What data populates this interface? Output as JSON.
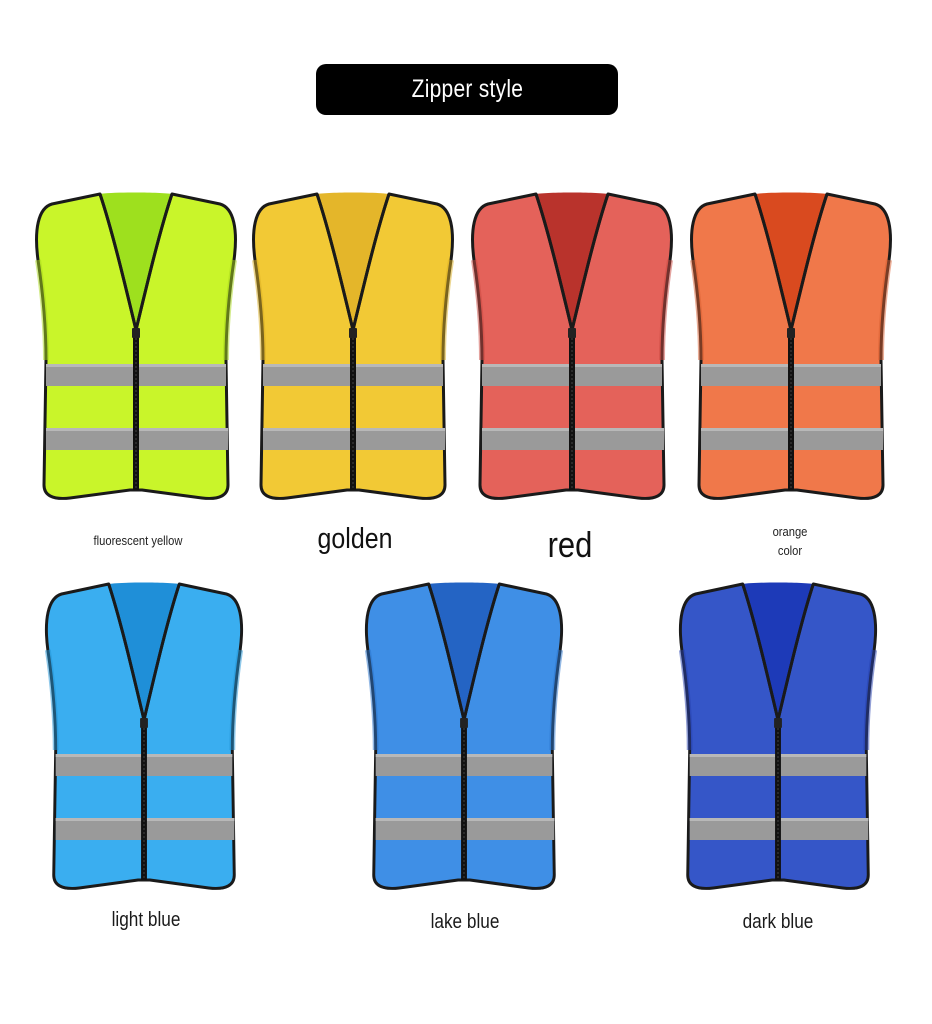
{
  "title": "Zipper style",
  "vests": [
    {
      "label": "fluorescent yellow",
      "color": "#c9f52a",
      "dark": "#a8d81a",
      "inner": "#9ee01e"
    },
    {
      "label": "golden",
      "color": "#f2c935",
      "dark": "#d9ad22",
      "inner": "#e4b62a"
    },
    {
      "label": "red",
      "color": "#e4625a",
      "dark": "#c94840",
      "inner": "#b9332c"
    },
    {
      "label": "orange\ncolor",
      "color": "#f0784a",
      "dark": "#d85e30",
      "inner": "#d94a1f"
    },
    {
      "label": "light blue",
      "color": "#3aaef0",
      "dark": "#2293d6",
      "inner": "#1f8fd8"
    },
    {
      "label": "lake blue",
      "color": "#3f8fe6",
      "dark": "#2a73cc",
      "inner": "#2464c4"
    },
    {
      "label": "dark blue",
      "color": "#3556c8",
      "dark": "#2640ad",
      "inner": "#1d3ab8"
    }
  ]
}
